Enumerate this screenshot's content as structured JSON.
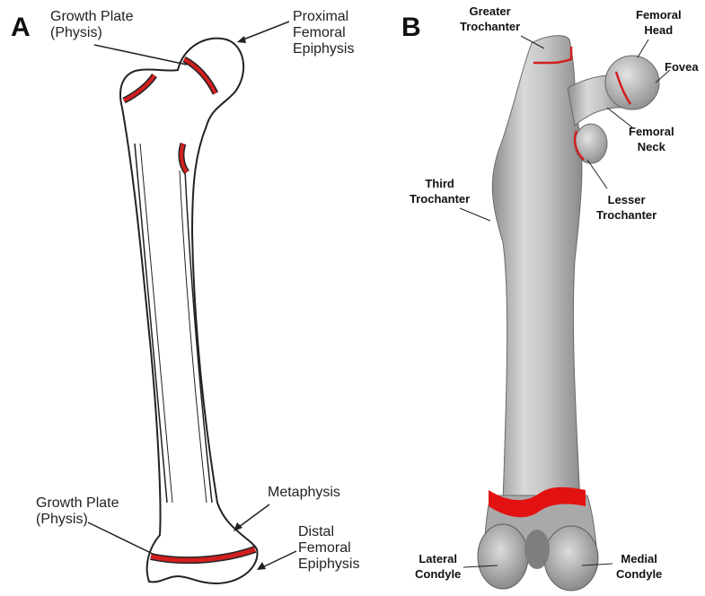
{
  "panel_a": {
    "letter": "A",
    "labels": {
      "growth_plate_top": "Growth Plate\n(Physis)",
      "proximal_epiphysis": "Proximal\nFemoral\nEpiphysis",
      "growth_plate_bottom": "Growth Plate\n(Physis)",
      "metaphysis": "Metaphysis",
      "distal_epiphysis": "Distal\nFemoral\nEpiphysis"
    }
  },
  "panel_b": {
    "letter": "B",
    "labels": {
      "greater_trochanter": "Greater\nTrochanter",
      "femoral_head": "Femoral\nHead",
      "fovea": "Fovea",
      "femoral_neck": "Femoral\nNeck",
      "third_trochanter": "Third\nTrochanter",
      "lesser_trochanter": "Lesser\nTrochanter",
      "lateral_condyle": "Lateral\nCondyle",
      "medial_condyle": "Medial\nCondyle"
    }
  },
  "colors": {
    "growth_plate_red": "#d11f1f",
    "bone_gray": "#b9b9b9",
    "line_dark": "#222222"
  }
}
